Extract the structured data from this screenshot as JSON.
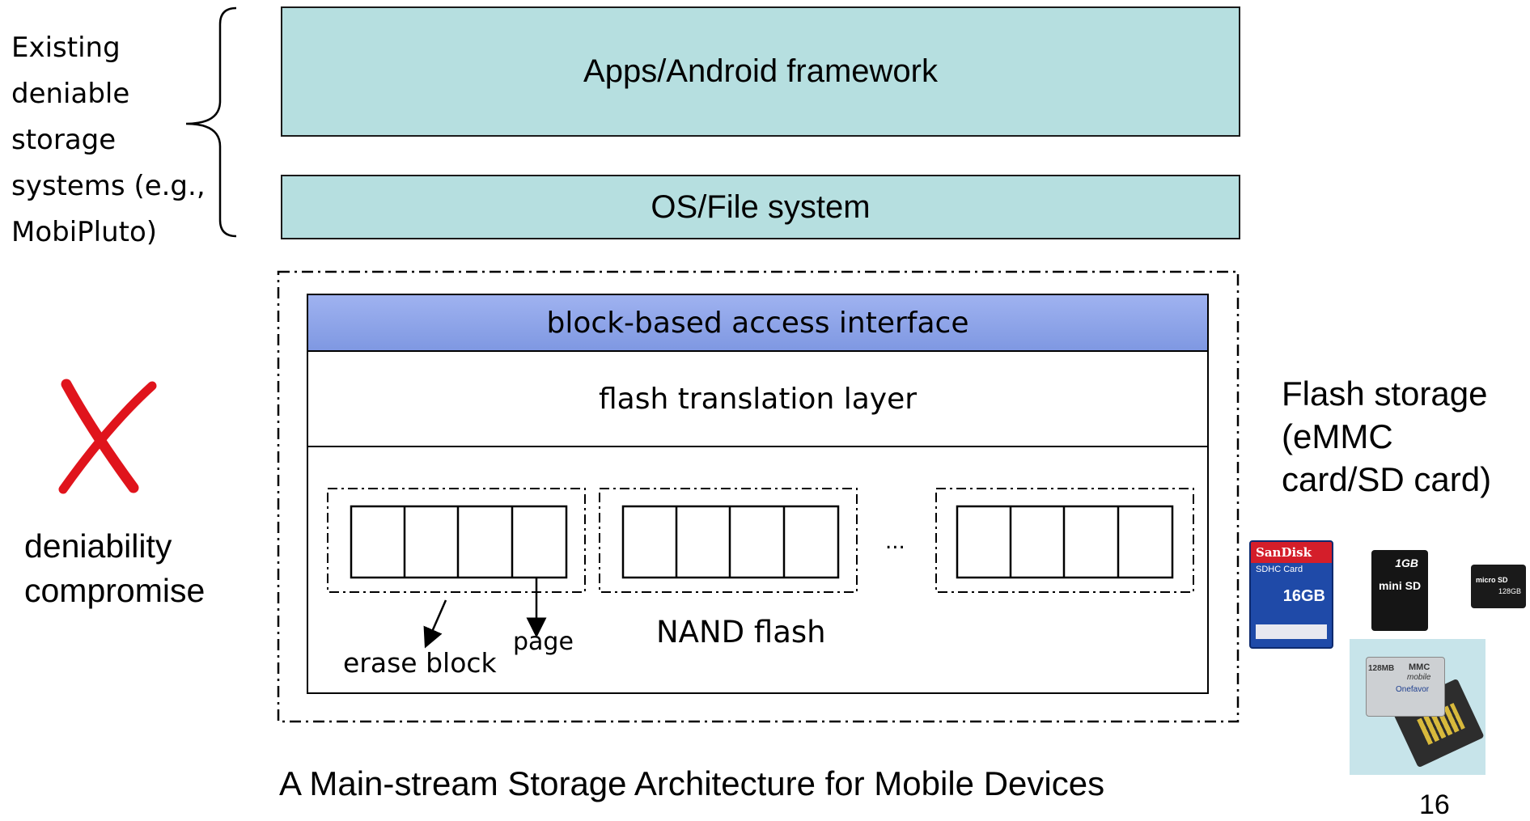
{
  "left_note": {
    "lines": [
      "Existing",
      "deniable",
      "storage",
      "systems (e.g.,",
      "MobiPluto)"
    ]
  },
  "layers": {
    "apps": "Apps/Android framework",
    "os": "OS/File system"
  },
  "flash_device": {
    "interface": "block-based access interface",
    "ftl": "flash translation layer",
    "ellipsis": "...",
    "erase_block_label": "erase block",
    "page_label": "page",
    "nand_label": "NAND flash"
  },
  "compromise": {
    "lines": [
      "deniability",
      "compromise"
    ],
    "icon": "red-x-icon"
  },
  "flash_storage": {
    "lines": [
      "Flash storage",
      "(eMMC",
      "card/SD card)"
    ]
  },
  "cards": {
    "sandisk": {
      "brand": "SanDisk",
      "type": "SDHC Card",
      "capacity": "16GB"
    },
    "minisd": {
      "capacity": "1GB",
      "logo": "mini SD"
    },
    "microsd": {
      "logo": "micro SD",
      "capacity": "128GB"
    },
    "mmc": {
      "capacity": "128MB",
      "logo": "MMC",
      "sub": "mobile",
      "brand": "Onefavor"
    }
  },
  "caption": "A Main-stream Storage Architecture for Mobile Devices",
  "page_number": "16",
  "colors": {
    "layer_fill": "#b6dfe0",
    "interface_fill": "#8fa4e8",
    "cross_red": "#e0141c"
  }
}
